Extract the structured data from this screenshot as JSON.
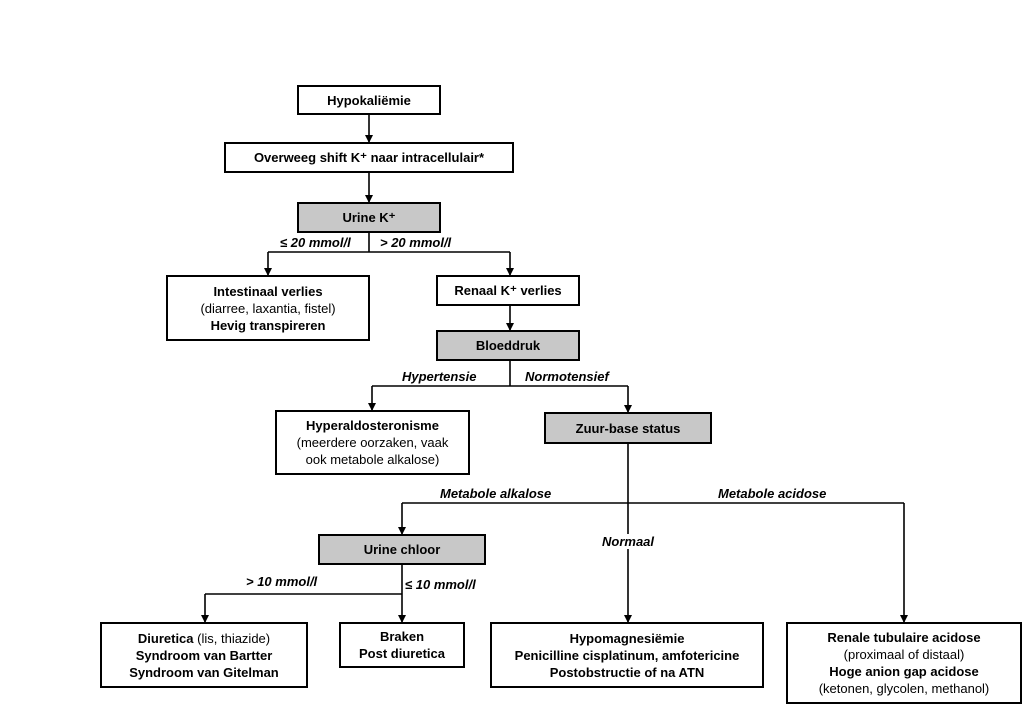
{
  "diagram": {
    "hypokaliemie": "Hypokaliëmie",
    "shift": "Overweeg shift K⁺ naar intracellulair*",
    "urine_k": "Urine K⁺",
    "lte20": "≤ 20 mmol/l",
    "gt20": "> 20 mmol/l",
    "intestinaal": {
      "line1": "Intestinaal verlies",
      "line2": "(diarree, laxantia, fistel)",
      "line3": "Hevig transpireren"
    },
    "renaal": "Renaal K⁺ verlies",
    "bloeddruk": "Bloeddruk",
    "hypertensie": "Hypertensie",
    "normotensief": "Normotensief",
    "hyperaldo": {
      "line1": "Hyperaldosteronisme",
      "line2": "(meerdere oorzaken, vaak",
      "line3": "ook metabole alkalose)"
    },
    "zuur_base": "Zuur-base status",
    "met_alkalose": "Metabole alkalose",
    "met_acidose": "Metabole acidose",
    "normaal": "Normaal",
    "urine_chloor": "Urine chloor",
    "gt10": "> 10 mmol/l",
    "lte10": "≤ 10 mmol/l",
    "diuretica": {
      "line1": "Diuretica",
      "line1b": " (lis, thiazide)",
      "line2": "Syndroom van Bartter",
      "line3": "Syndroom van Gitelman"
    },
    "braken": {
      "line1": "Braken",
      "line2": "Post diuretica"
    },
    "hypomag": {
      "line1": "Hypomagnesiëmie",
      "line2": "Penicilline cisplatinum, amfotericine",
      "line3": "Postobstructie of na ATN"
    },
    "rta": {
      "line1": "Renale tubulaire acidose",
      "line2": "(proximaal of distaal)",
      "line3": "Hoge anion gap acidose",
      "line4": "(ketonen, glycolen, methanol)"
    }
  }
}
